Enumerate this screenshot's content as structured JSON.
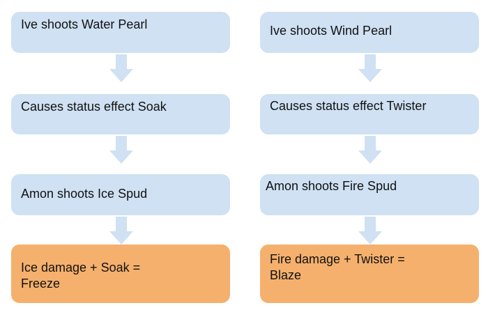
{
  "colors": {
    "step_fill": "#cfe1f3",
    "result_fill": "#f5b06d",
    "arrow_fill": "#cfe1f3",
    "text": "#111111"
  },
  "left_flow": {
    "steps": [
      "Ive shoots Water Pearl",
      "Causes status effect Soak",
      "Amon shoots Ice Spud"
    ],
    "result": {
      "line1": "Ice damage + Soak =",
      "line2": "Freeze"
    }
  },
  "right_flow": {
    "steps": [
      "Ive shoots Wind Pearl",
      "Causes status effect Twister",
      "Amon shoots Fire Spud"
    ],
    "result": {
      "line1": "Fire damage + Twister =",
      "line2": "Blaze"
    }
  }
}
